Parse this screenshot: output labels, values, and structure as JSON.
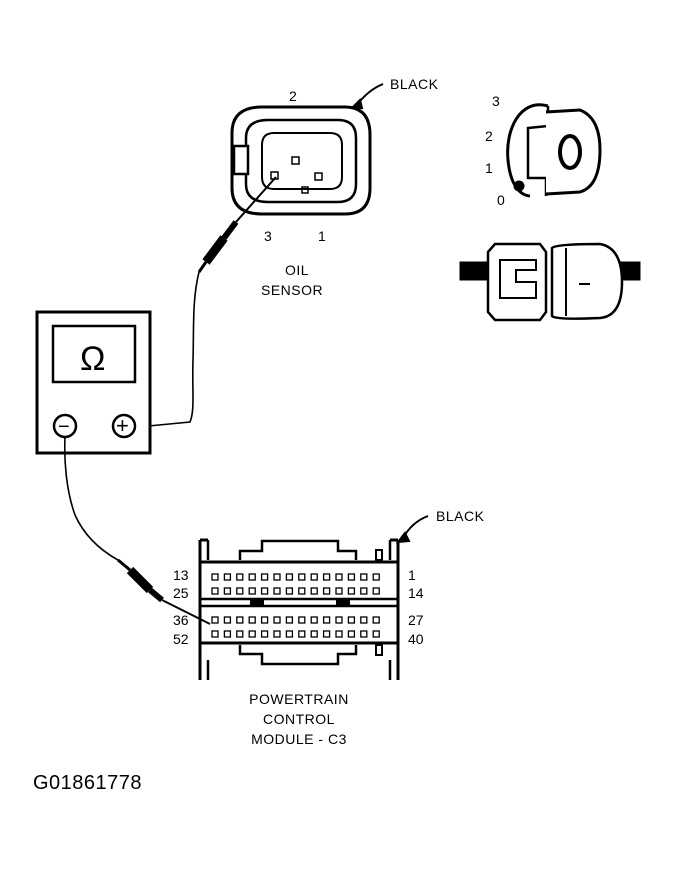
{
  "oil_sensor": {
    "color_label": "BLACK",
    "pin_top": "2",
    "pin_left": "3",
    "pin_right": "1",
    "name_line1": "OIL",
    "name_line2": "SENSOR"
  },
  "ignition_key": {
    "positions": [
      "3",
      "2",
      "1",
      "0"
    ],
    "key_mark": "0"
  },
  "meter": {
    "symbol": "Ω",
    "negative": "−",
    "positive": "+"
  },
  "pcm": {
    "color_label": "BLACK",
    "left_pins": [
      "13",
      "25",
      "36",
      "52"
    ],
    "right_pins": [
      "1",
      "14",
      "27",
      "40"
    ],
    "name_line1": "POWERTRAIN",
    "name_line2": "CONTROL",
    "name_line3": "MODULE - C3"
  },
  "figure_code": "G01861778"
}
